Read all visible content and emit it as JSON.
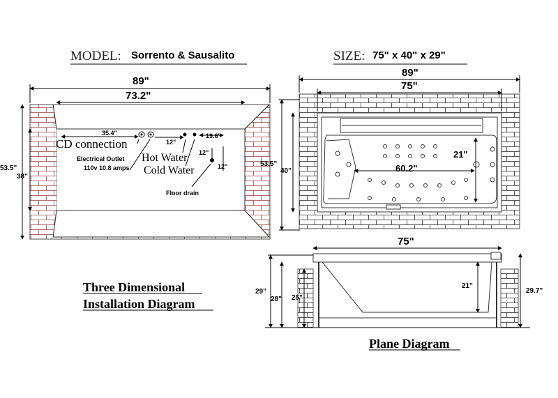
{
  "header": {
    "model_label": "MODEL:",
    "model_value": "Sorrento & Sausalito",
    "size_label": "SIZE:",
    "size_value": "75\" x 40\" x 29\""
  },
  "install_view": {
    "dim_overall_width": "89\"",
    "dim_inner_width": "73.2\"",
    "dim_overall_depth": "53.5\"",
    "dim_inner_depth": "38\"",
    "dim_cd_offset": "35.4\"",
    "dim_pipe_offset": "19.6\"",
    "dim_pipe_gap_a": "12\"",
    "dim_pipe_gap_b": "12\"",
    "dim_pipe_gap_c": "12\"",
    "label_cd": "CD  connection",
    "label_outlet": "Electrical Outlet",
    "label_outlet_spec": "110v 10.8 amps",
    "label_hot": "Hot Water",
    "label_cold": "Cold Water",
    "label_drain": "Floor drain"
  },
  "top_view": {
    "dim_overall_width": "89\"",
    "dim_tub_width": "75\"",
    "dim_overall_depth": "53.5\"",
    "dim_tub_depth": "40\"",
    "dim_inner_width": "60.2\"",
    "dim_inner_depth": "21\""
  },
  "side_view": {
    "dim_width": "75\"",
    "dim_height": "29\"",
    "dim_skirt": "28\"",
    "dim_inner_basin": "25\"",
    "dim_water_depth": "21\"",
    "dim_total_height": "29.7\""
  },
  "captions": {
    "three_d_line1": "Three Dimensional",
    "three_d_line2": "Installation Diagram",
    "plane": "Plane Diagram"
  }
}
